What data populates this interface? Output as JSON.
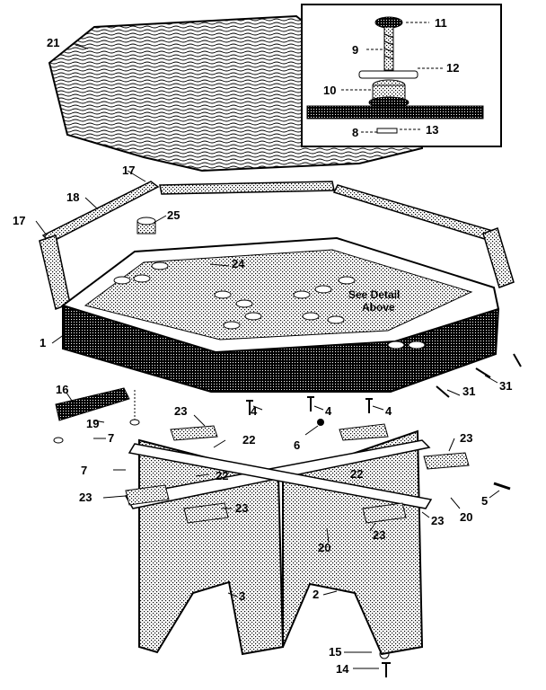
{
  "callouts": {
    "c1": "1",
    "c2": "2",
    "c3": "3",
    "c4a": "4",
    "c4b": "4",
    "c4c": "4",
    "c5": "5",
    "c6": "6",
    "c7a": "7",
    "c7b": "7",
    "c8": "8",
    "c9": "9",
    "c10": "10",
    "c11": "11",
    "c12": "12",
    "c13": "13",
    "c14": "14",
    "c15": "15",
    "c16": "16",
    "c17a": "17",
    "c17b": "17",
    "c18": "18",
    "c19": "19",
    "c20a": "20",
    "c20b": "20",
    "c21": "21",
    "c22a": "22",
    "c22b": "22",
    "c22c": "22",
    "c23a": "23",
    "c23b": "23",
    "c23c": "23",
    "c23d": "23",
    "c23e": "23",
    "c23f": "23",
    "c24": "24",
    "c25": "25",
    "c31a": "31",
    "c31b": "31"
  },
  "detail_note": {
    "line1": "See Detail",
    "line2": "Above"
  }
}
